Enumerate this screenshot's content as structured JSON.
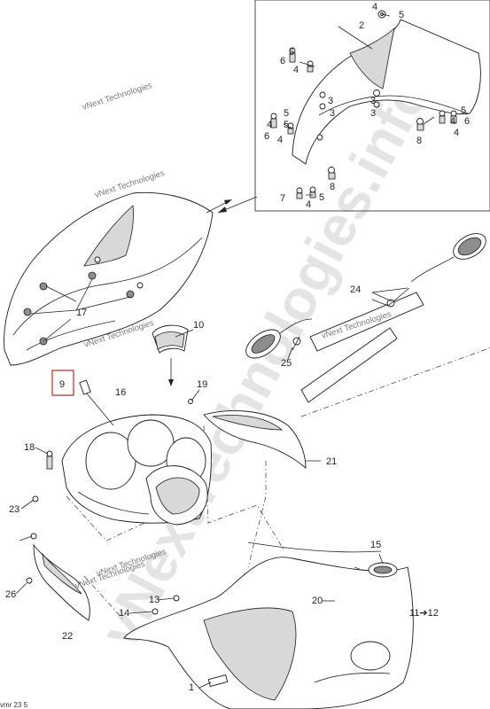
{
  "watermarks": {
    "small": "vNext Technologies",
    "large": "vNextTechnologies.info"
  },
  "footer_code": "vmr 23 5",
  "callouts": [
    "1",
    "2",
    "3",
    "4",
    "5",
    "6",
    "7",
    "8",
    "9",
    "10",
    "11➔12",
    "13",
    "14",
    "15",
    "16",
    "17",
    "18",
    "19",
    "20",
    "21",
    "22",
    "23",
    "24",
    "25",
    "26"
  ],
  "highlighted_callout": "9",
  "colors": {
    "highlight": "#c0392b",
    "line": "#1a1a1a",
    "watermark": "#7a7a7a"
  }
}
